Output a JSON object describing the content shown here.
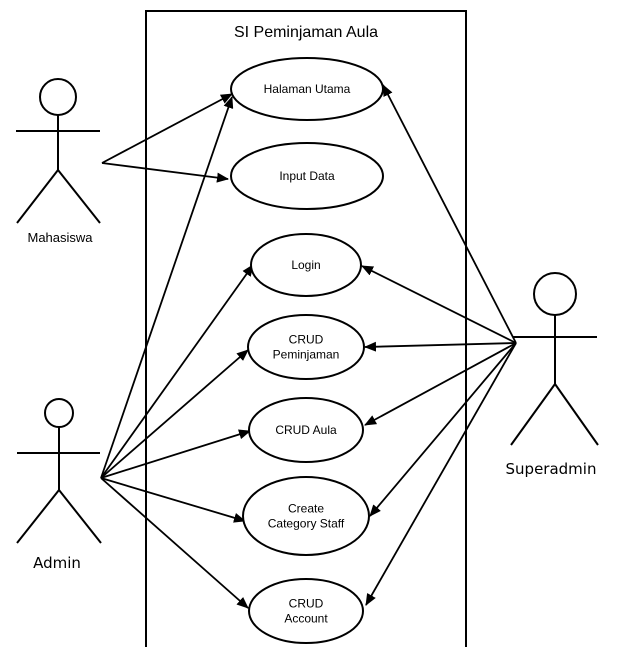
{
  "system": {
    "title": "SI Peminjaman Aula"
  },
  "actors": [
    {
      "id": "mahasiswa",
      "label": "Mahasiswa"
    },
    {
      "id": "admin",
      "label": "Admin"
    },
    {
      "id": "superadmin",
      "label": "Superadmin"
    }
  ],
  "use_cases": [
    {
      "id": "halaman-utama",
      "lines": [
        "Halaman Utama"
      ]
    },
    {
      "id": "input-data",
      "lines": [
        "Input Data"
      ]
    },
    {
      "id": "login",
      "lines": [
        "Login"
      ]
    },
    {
      "id": "crud-peminjaman",
      "lines": [
        "CRUD",
        "Peminjaman"
      ]
    },
    {
      "id": "crud-aula",
      "lines": [
        "CRUD Aula"
      ]
    },
    {
      "id": "create-category-staff",
      "lines": [
        "Create",
        "Category Staff"
      ]
    },
    {
      "id": "crud-account",
      "lines": [
        "CRUD",
        "Account"
      ]
    }
  ],
  "associations": [
    {
      "from": "mahasiswa",
      "to": "halaman-utama"
    },
    {
      "from": "mahasiswa",
      "to": "input-data"
    },
    {
      "from": "admin",
      "to": "halaman-utama"
    },
    {
      "from": "admin",
      "to": "login"
    },
    {
      "from": "admin",
      "to": "crud-peminjaman"
    },
    {
      "from": "admin",
      "to": "crud-aula"
    },
    {
      "from": "admin",
      "to": "create-category-staff"
    },
    {
      "from": "admin",
      "to": "crud-account"
    },
    {
      "from": "superadmin",
      "to": "halaman-utama"
    },
    {
      "from": "superadmin",
      "to": "login"
    },
    {
      "from": "superadmin",
      "to": "crud-peminjaman"
    },
    {
      "from": "superadmin",
      "to": "crud-aula"
    },
    {
      "from": "superadmin",
      "to": "create-category-staff"
    },
    {
      "from": "superadmin",
      "to": "crud-account"
    }
  ]
}
